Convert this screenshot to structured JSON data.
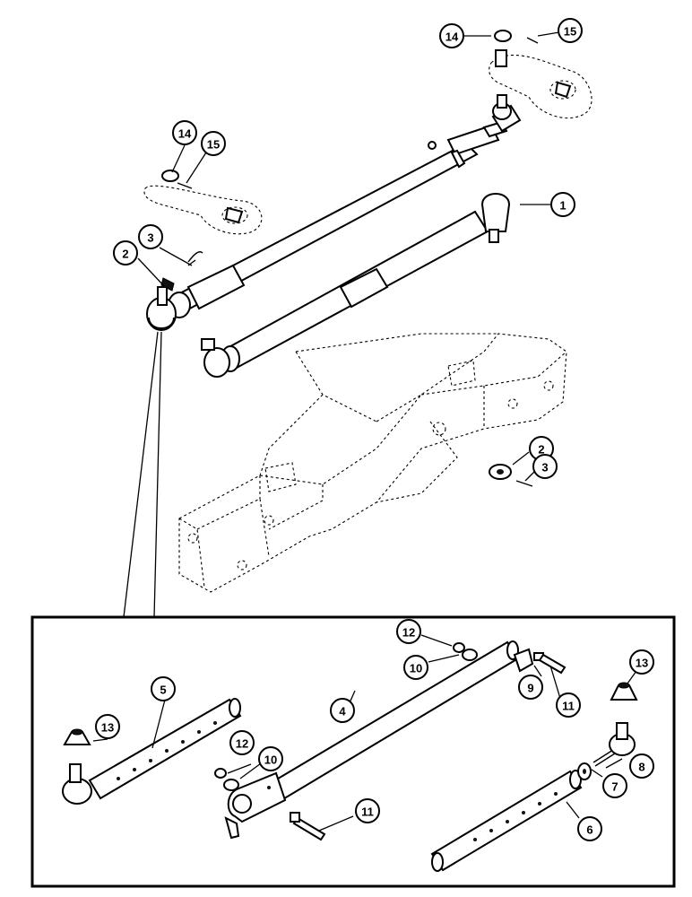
{
  "callouts": [
    {
      "id": "c1",
      "label": "1"
    },
    {
      "id": "c2a",
      "label": "2"
    },
    {
      "id": "c3a",
      "label": "3"
    },
    {
      "id": "c2b",
      "label": "2"
    },
    {
      "id": "c3b",
      "label": "3"
    },
    {
      "id": "c4",
      "label": "4"
    },
    {
      "id": "c5",
      "label": "5"
    },
    {
      "id": "c6",
      "label": "6"
    },
    {
      "id": "c7",
      "label": "7"
    },
    {
      "id": "c8",
      "label": "8"
    },
    {
      "id": "c9",
      "label": "9"
    },
    {
      "id": "c10a",
      "label": "10"
    },
    {
      "id": "c10b",
      "label": "10"
    },
    {
      "id": "c11a",
      "label": "11"
    },
    {
      "id": "c11b",
      "label": "11"
    },
    {
      "id": "c12a",
      "label": "12"
    },
    {
      "id": "c12b",
      "label": "12"
    },
    {
      "id": "c13a",
      "label": "13"
    },
    {
      "id": "c13b",
      "label": "13"
    },
    {
      "id": "c14a",
      "label": "14"
    },
    {
      "id": "c14b",
      "label": "14"
    },
    {
      "id": "c15a",
      "label": "15"
    },
    {
      "id": "c15b",
      "label": "15"
    }
  ]
}
